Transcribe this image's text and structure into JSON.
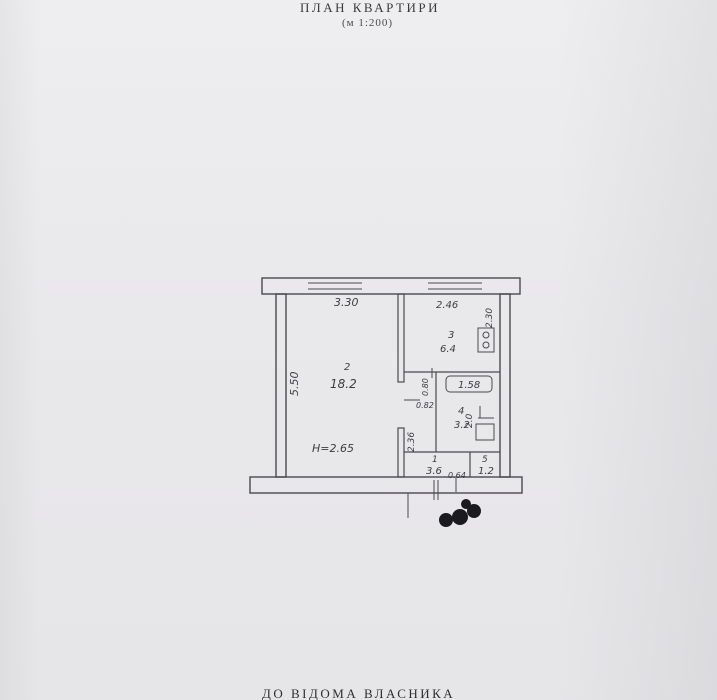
{
  "header": {
    "title": "ПЛАН КВАРТИРИ",
    "scale": "(м 1:200)"
  },
  "plan": {
    "rooms": [
      {
        "number": "2",
        "area": "18.2",
        "width": "3.30",
        "length": "5.50",
        "ceiling_height": "H=2.65"
      },
      {
        "number": "3",
        "area": "6.4",
        "width": "2.46",
        "length": "2.30"
      },
      {
        "number": "4",
        "area": "3.2",
        "width": "1.58",
        "length": "2.0"
      },
      {
        "number": "1",
        "area": "3.6"
      },
      {
        "number": "5",
        "area": "1.2"
      }
    ],
    "extra_dimensions": [
      "0.80",
      "0.82",
      "2.36",
      "0.64"
    ]
  },
  "footer": {
    "text": "ДО ВІДОМА ВЛАСНИКА"
  },
  "colors": {
    "paper": "#e9e8eb",
    "ink": "#3c3c42",
    "redaction": "#1b1b1f"
  }
}
